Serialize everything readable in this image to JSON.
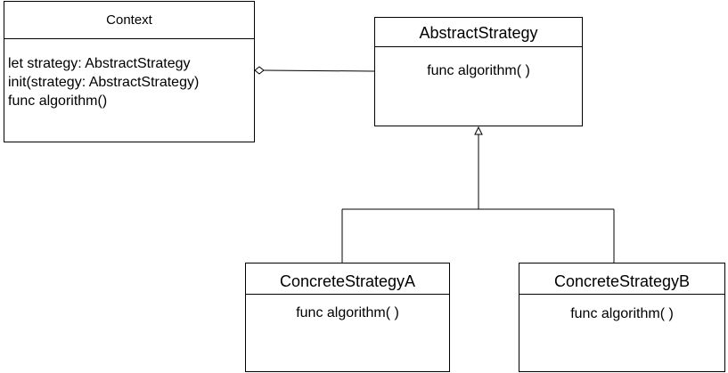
{
  "context": {
    "name": "Context",
    "members": [
      "let strategy: AbstractStrategy",
      "init(strategy: AbstractStrategy)",
      "func algorithm()"
    ]
  },
  "abstract_strategy": {
    "name": "AbstractStrategy",
    "method": "func algorithm( )"
  },
  "concrete_a": {
    "name": "ConcreteStrategyA",
    "method": "func algorithm( )"
  },
  "concrete_b": {
    "name": "ConcreteStrategyB",
    "method": "func algorithm( )"
  }
}
